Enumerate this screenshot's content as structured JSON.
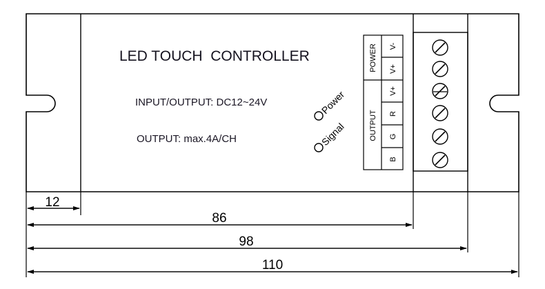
{
  "device": {
    "title": "LED TOUCH  CONTROLLER",
    "spec_input_output": "INPUT/OUTPUT: DC12~24V",
    "spec_output": "OUTPUT: max.4A/CH"
  },
  "indicators": {
    "power_label": "Power",
    "signal_label": "Signal"
  },
  "terminal_labels": {
    "power_group": "POWER",
    "output_group": "OUTPUT",
    "v_minus": "V-",
    "v_plus_power": "V+",
    "v_plus_output": "V+",
    "r": "R",
    "g": "G",
    "b": "B"
  },
  "dimensions": {
    "d12": "12",
    "d86": "86",
    "d98": "98",
    "d110": "110"
  }
}
